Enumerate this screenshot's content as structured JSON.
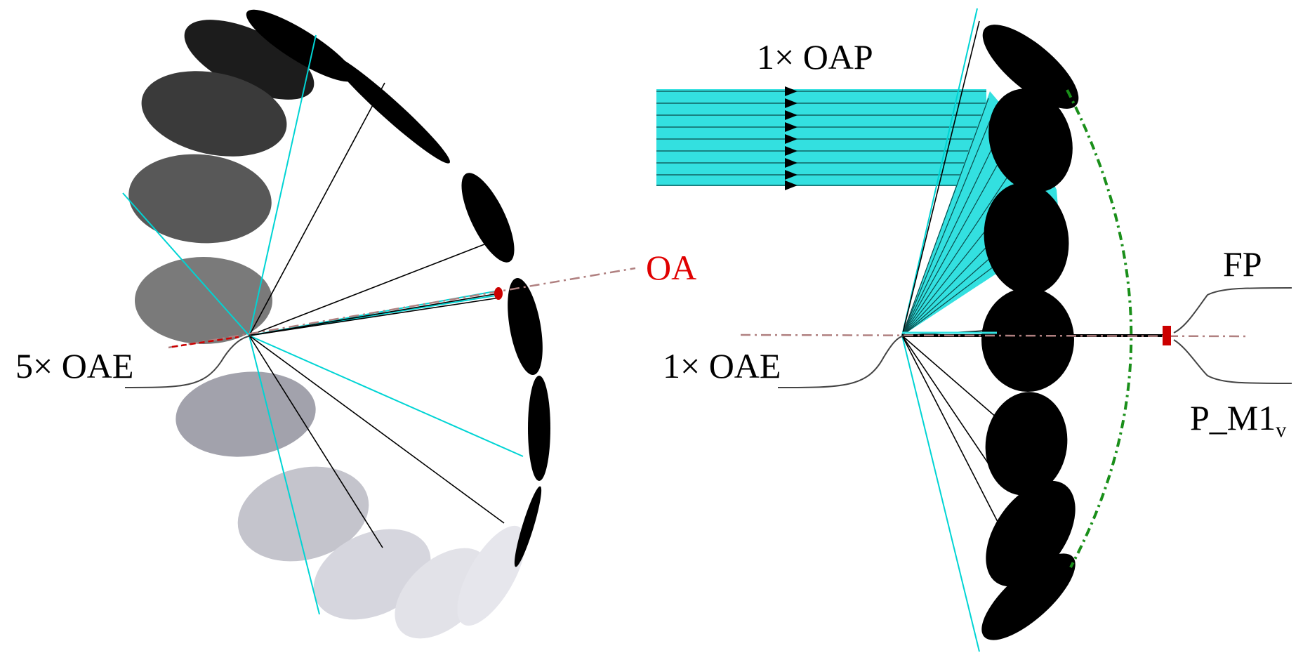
{
  "labels": {
    "oae_left": "5× OAE",
    "oa": "OA",
    "oap": "1× OAP",
    "oae_right": "1× OAE",
    "fp": "FP",
    "pm1_main": "P_M1",
    "pm1_sub": "v"
  },
  "colors": {
    "beam": "#00d4d4",
    "mirror": "#000000",
    "axis": "#b08080",
    "focus": "#cc0000",
    "focal_arc": "#1a8f1a",
    "oa_label": "#e00000"
  }
}
